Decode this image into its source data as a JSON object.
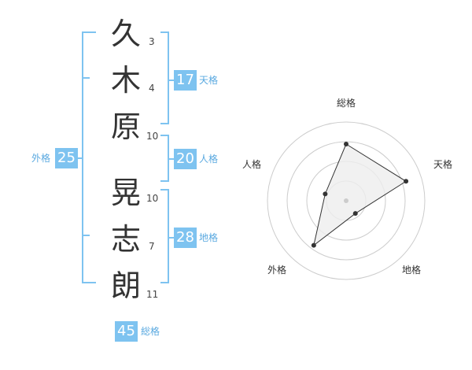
{
  "name_chars": [
    {
      "char": "久",
      "strokes": "3"
    },
    {
      "char": "木",
      "strokes": "4"
    },
    {
      "char": "原",
      "strokes": "10"
    },
    {
      "char": "晃",
      "strokes": "10"
    },
    {
      "char": "志",
      "strokes": "7"
    },
    {
      "char": "朗",
      "strokes": "11"
    }
  ],
  "kakaku": {
    "tenkaku": {
      "value": "17",
      "label": "天格"
    },
    "jinkaku": {
      "value": "20",
      "label": "人格"
    },
    "chikaku": {
      "value": "28",
      "label": "地格"
    },
    "gaikaku": {
      "value": "25",
      "label": "外格"
    },
    "soukaku": {
      "value": "45",
      "label": "総格"
    }
  },
  "radar": {
    "axes": [
      "総格",
      "天格",
      "地格",
      "外格",
      "人格"
    ],
    "values": [
      0.72,
      0.8,
      0.2,
      0.7,
      0.28
    ],
    "fill_color": "#eeeeee",
    "line_color": "#333333",
    "ring_color": "#cccccc"
  }
}
